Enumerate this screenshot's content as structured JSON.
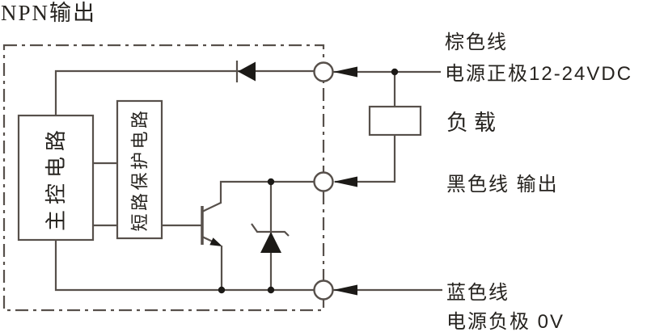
{
  "title": "NPN输出",
  "blocks": {
    "main_control": "主控电路",
    "short_circuit_protection": "短路保护电路"
  },
  "load_label": "负载",
  "terminals": {
    "brown": {
      "wire": "棕色线",
      "desc": "电源正极12-24VDC"
    },
    "black": {
      "wire": "黑色线 输出"
    },
    "blue": {
      "wire": "蓝色线",
      "desc": "电源负极 0V"
    }
  },
  "colors": {
    "line": "#57504b",
    "text": "#26231f",
    "symbol": "#1c1a17",
    "background": "#ffffff"
  }
}
